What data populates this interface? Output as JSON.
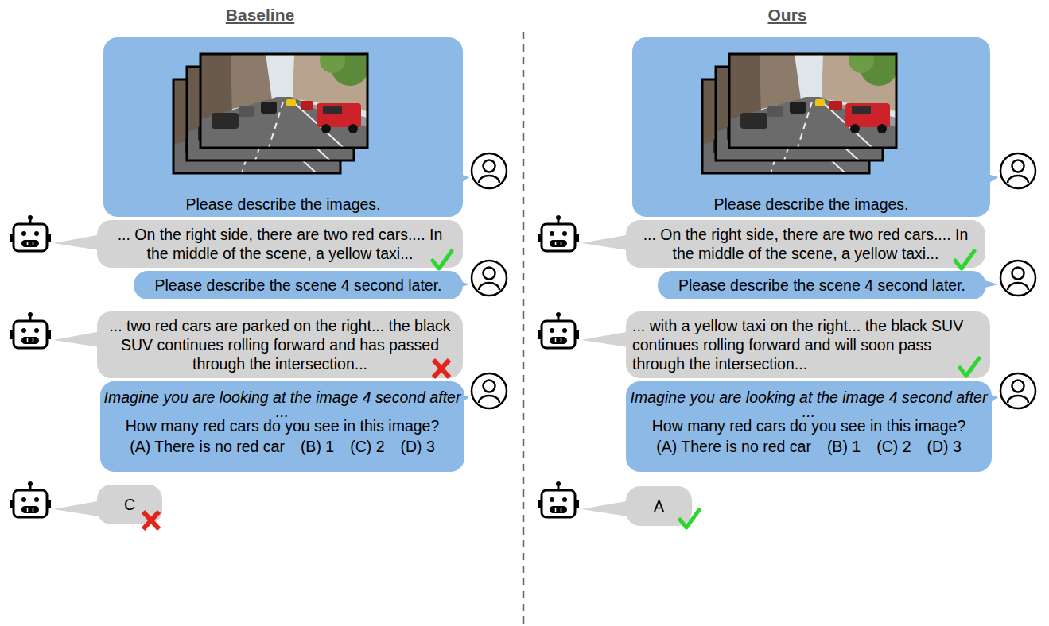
{
  "diagram": {
    "nodes": [
      {
        "text": [
          "Please describe the images."
        ]
      },
      {
        "text": [
          "... On the right side, there are two red cars.... In the middle of the scene, a yellow taxi..."
        ]
      },
      {
        "text": [
          "Please describe the scene 4 second later."
        ]
      },
      {
        "text": [
          "... two red cars are parked on the right... the black SUV continues rolling forward and has passed through the intersection..."
        ]
      },
      {
        "text": [
          "Imagine you are looking at the image 4 second after",
          "...",
          "How many red cars do you see in this image?",
          "(A) There is no red car",
          "(B) 1",
          "(C) 2",
          "(D) 3"
        ]
      },
      {
        "text": [
          "C"
        ]
      },
      {
        "text": [
          "Please describe the images."
        ]
      },
      {
        "text": [
          "... On the right side, there are two red cars.... In the middle of the scene, a yellow taxi..."
        ]
      },
      {
        "text": [
          "Please describe the scene 4 second later."
        ]
      },
      {
        "text": [
          "... with a yellow taxi on the right... the black SUV continues rolling forward and will soon pass through the intersection..."
        ]
      },
      {
        "text": [
          "Imagine you are looking at the image 4 second after",
          "...",
          "How many red cars do you see in this image?",
          "(A) There is no red car",
          "(B) 1",
          "(C) 2",
          "(D) 3"
        ]
      },
      {
        "text": [
          "A"
        ]
      }
    ],
    "labels": [
      "Baseline",
      "Ours"
    ]
  }
}
